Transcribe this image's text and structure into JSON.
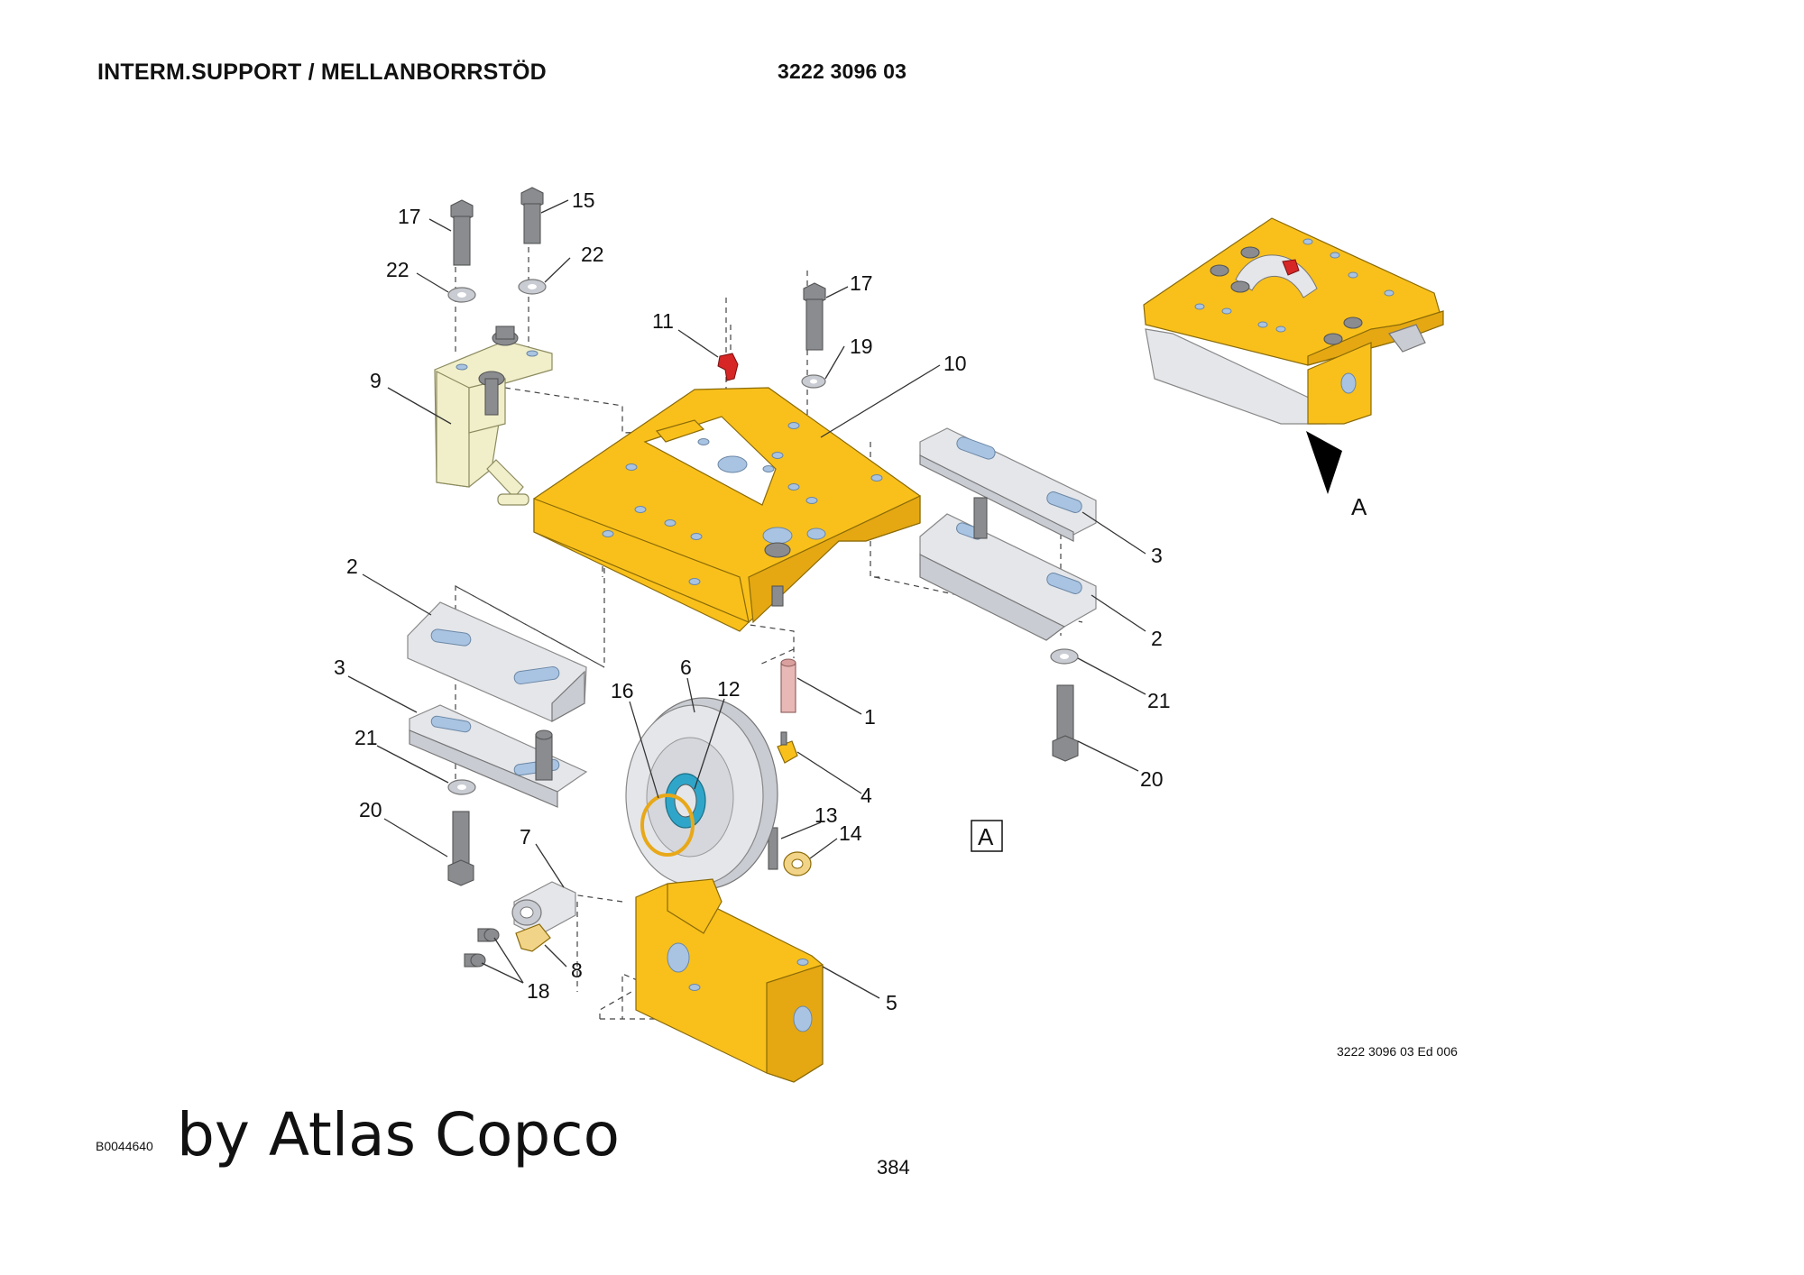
{
  "header": {
    "title": "INTERM.SUPPORT / MELLANBORRSTÖD",
    "part_number": "3222 3096 03"
  },
  "footer": {
    "edition": "3222 3096 03 Ed 006",
    "image_code": "B0044640",
    "brand": "by Atlas Copco",
    "page_number": "384"
  },
  "view_label": "A",
  "view_box_label": "A",
  "callouts": {
    "c17a": "17",
    "c15": "15",
    "c22a": "22",
    "c22b": "22",
    "c17b": "17",
    "c11": "11",
    "c19": "19",
    "c10": "10",
    "c9": "9",
    "c2a": "2",
    "c3a": "3",
    "c21a": "21",
    "c20a": "20",
    "c16": "16",
    "c6": "6",
    "c12": "12",
    "c1": "1",
    "c4": "4",
    "c13": "13",
    "c14": "14",
    "c7": "7",
    "c8": "8",
    "c18": "18",
    "c5": "5",
    "c3b": "3",
    "c2b": "2",
    "c21b": "21",
    "c20b": "20"
  },
  "colors": {
    "part_yellow": "#f9c01b",
    "part_grey": "#e4e6ea",
    "hole_blue": "#a9c4e2",
    "seal_teal": "#2fa6c9",
    "ring_gold": "#e8a818",
    "nipple_red": "#d62626"
  }
}
